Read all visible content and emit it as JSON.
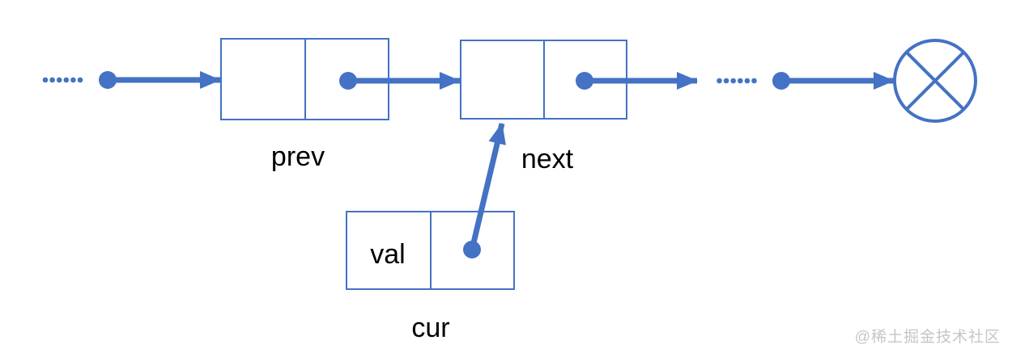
{
  "diagram": {
    "type": "linked-list-insertion",
    "colors": {
      "accent": "#4472C4",
      "label": "#000000",
      "watermark": "#C6C6C6",
      "background": "#FFFFFF"
    },
    "ellipsis_left": "......",
    "ellipsis_right": "......",
    "nodes": {
      "prev": {
        "label": "prev",
        "cells": [
          "",
          ""
        ]
      },
      "next": {
        "label": "next",
        "cells": [
          "",
          ""
        ]
      },
      "cur": {
        "label": "cur",
        "cells": [
          "val",
          ""
        ]
      }
    },
    "null_symbol": "crossed-circle",
    "watermark": "@稀土掘金技术社区"
  }
}
